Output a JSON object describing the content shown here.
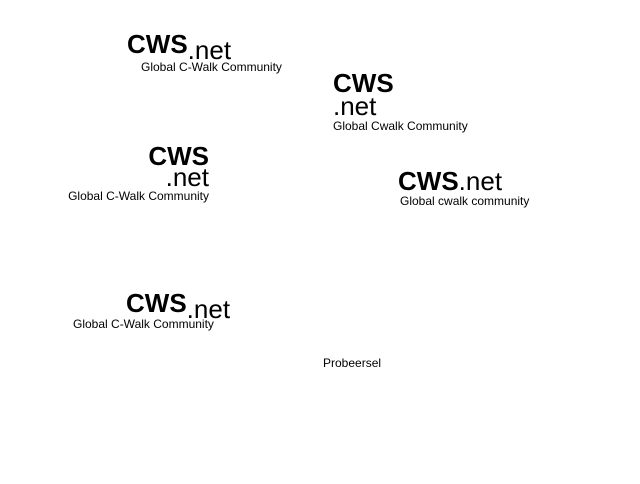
{
  "logos": [
    {
      "cws": "CWS",
      "net": ".net",
      "tagline": "Global C-Walk Community"
    },
    {
      "cws": "CWS",
      "net": ".net",
      "tagline": "Global Cwalk Community"
    },
    {
      "cws": "CWS",
      "net": ".net",
      "tagline": "Global C-Walk Community"
    },
    {
      "cws": "CWS",
      "net": ".net",
      "tagline": "Global cwalk community"
    },
    {
      "cws": "CWS",
      "net": ".net",
      "tagline": "Global C-Walk Community"
    }
  ],
  "label": "Probeersel",
  "colors": {
    "background": "#ffffff",
    "text": "#000000"
  }
}
